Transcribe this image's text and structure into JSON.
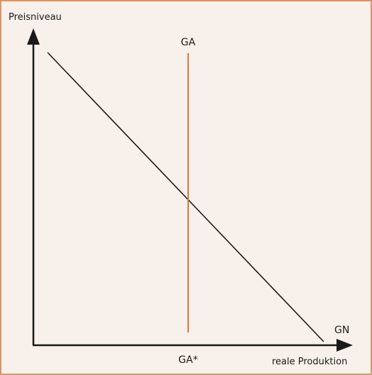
{
  "diagram": {
    "y_axis_label": "Preisniveau",
    "x_axis_label": "reale Produktion",
    "vertical_curve_label": "GA",
    "vertical_curve_axis_label": "GA*",
    "downward_curve_label": "GN",
    "colors": {
      "background": "#f8f1eb",
      "border": "#d8956a",
      "axes": "#1a1a1a",
      "demand_curve": "#1a1a1a",
      "supply_curve": "#d8793f",
      "text": "#1a1a1a"
    }
  }
}
